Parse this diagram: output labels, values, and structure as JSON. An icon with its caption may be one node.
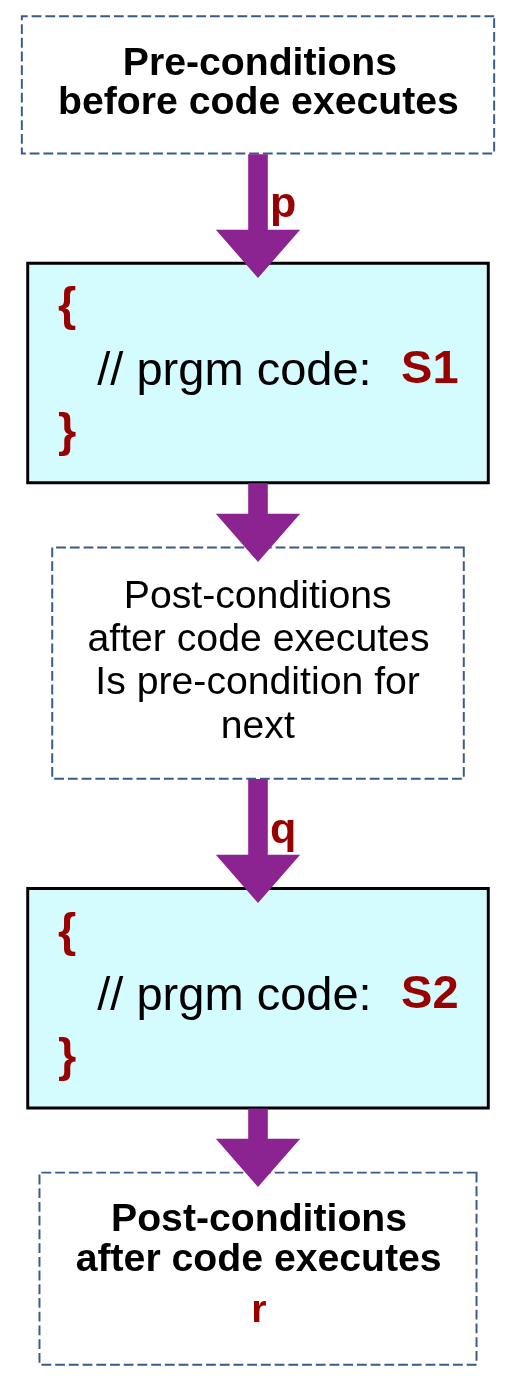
{
  "diagram": {
    "nodes": [
      {
        "text": [
          "Pre-conditions before code executes"
        ]
      },
      {
        "text": [
          "{",
          "// prgm code:",
          "S1",
          "}"
        ]
      },
      {
        "text": [
          "Post-conditions after code executes Is pre-condition for next"
        ]
      },
      {
        "text": [
          "{",
          "// prgm code:",
          "S2",
          "}"
        ]
      },
      {
        "text": [
          "Post-conditions after code executes",
          "r"
        ]
      }
    ],
    "edges": [
      {
        "from": 0,
        "to": 1,
        "arrow": "to",
        "label": "p"
      },
      {
        "from": 1,
        "to": 2,
        "arrow": "to"
      },
      {
        "from": 2,
        "to": 3,
        "arrow": "to",
        "label": "q"
      },
      {
        "from": 3,
        "to": 4,
        "arrow": "to"
      }
    ]
  }
}
